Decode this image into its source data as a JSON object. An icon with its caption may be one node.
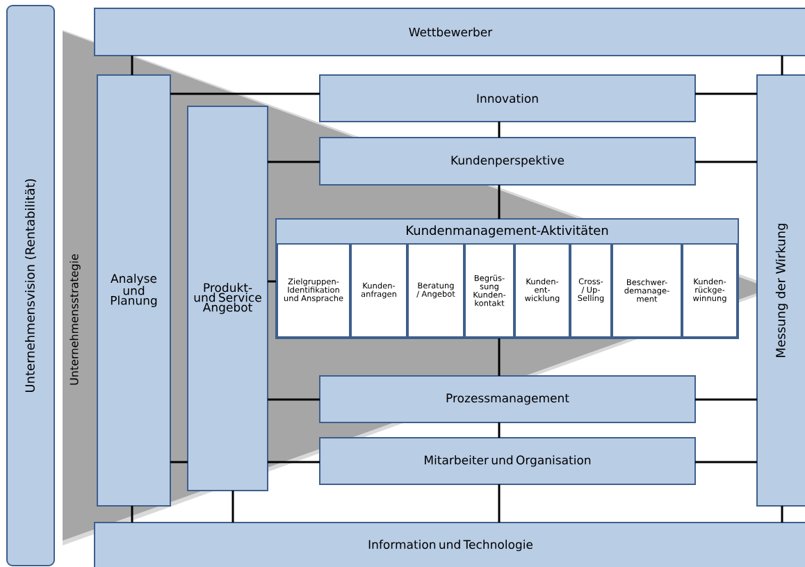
{
  "diagram": {
    "nodes": [
      {
        "text": [
          "Unternehmensvision (Rentabilität)"
        ]
      },
      {
        "text": [
          "Wettbewerber"
        ]
      },
      {
        "text": [
          "Analyse und Planung"
        ]
      },
      {
        "text": [
          "Produkt- und Service Angebot"
        ]
      },
      {
        "text": [
          "Innovation"
        ]
      },
      {
        "text": [
          "Kundenperspektive"
        ]
      },
      {
        "text": [
          "Kundenmanagement-Aktivitäten"
        ]
      },
      {
        "text": [
          "Zielgruppen- Identifikation und Ansprache"
        ],
        "in": 6
      },
      {
        "text": [
          "Kunden- anfragen"
        ],
        "in": 6
      },
      {
        "text": [
          "Beratung / Angebot"
        ],
        "in": 6
      },
      {
        "text": [
          "Begrüs- sung Kunden- kontakt"
        ],
        "in": 6
      },
      {
        "text": [
          "Kunden- ent- wicklung"
        ],
        "in": 6
      },
      {
        "text": [
          "Cross- / Up- Selling"
        ],
        "in": 6
      },
      {
        "text": [
          "Beschwer- demanage- ment"
        ],
        "in": 6
      },
      {
        "text": [
          "Kunden- rückge- winnung"
        ],
        "in": 6
      },
      {
        "text": [
          "Prozessmanagement"
        ]
      },
      {
        "text": [
          "Mitarbeiter und Organisation"
        ]
      },
      {
        "text": [
          "Messung der Wirkung"
        ]
      },
      {
        "text": [
          "Information und Technologie"
        ]
      }
    ],
    "edges": [
      {
        "from": 1,
        "to": 2,
        "arrow": "none"
      },
      {
        "from": 1,
        "to": 17,
        "arrow": "none"
      },
      {
        "from": 2,
        "to": 4,
        "arrow": "none"
      },
      {
        "from": 4,
        "to": 17,
        "arrow": "none"
      },
      {
        "from": 4,
        "to": 5,
        "arrow": "none"
      },
      {
        "from": 3,
        "to": 5,
        "arrow": "none"
      },
      {
        "from": 5,
        "to": 17,
        "arrow": "none"
      },
      {
        "from": 5,
        "to": 6,
        "arrow": "none"
      },
      {
        "from": 3,
        "to": 6,
        "arrow": "none"
      },
      {
        "from": 6,
        "to": 15,
        "arrow": "none"
      },
      {
        "from": 3,
        "to": 15,
        "arrow": "none"
      },
      {
        "from": 15,
        "to": 17,
        "arrow": "none"
      },
      {
        "from": 15,
        "to": 16,
        "arrow": "none"
      },
      {
        "from": 2,
        "to": 3,
        "arrow": "none"
      },
      {
        "from": 3,
        "to": 16,
        "arrow": "none"
      },
      {
        "from": 16,
        "to": 17,
        "arrow": "none"
      },
      {
        "from": 16,
        "to": 18,
        "arrow": "none"
      },
      {
        "from": 2,
        "to": 18,
        "arrow": "none"
      },
      {
        "from": 3,
        "to": 18,
        "arrow": "none"
      },
      {
        "from": 17,
        "to": 18,
        "arrow": "none"
      }
    ],
    "labels": [
      "Unternehmensstrategie"
    ]
  }
}
